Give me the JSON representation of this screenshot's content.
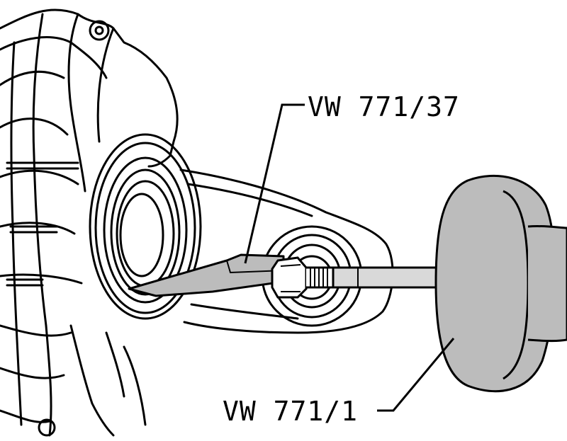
{
  "labels": {
    "tool_37": "VW 771/37",
    "tool_1": "VW 771/1"
  },
  "colors": {
    "line": "#000000",
    "fill_gray": "#bcbcbc",
    "fill_light": "#d9d9d9",
    "background": "#ffffff"
  },
  "icons": {
    "housing": "transmission-housing-illustration",
    "seal": "oil-seal-ring-illustration",
    "puller": "puller-hook-illustration",
    "slide_hammer": "slide-hammer-illustration"
  }
}
